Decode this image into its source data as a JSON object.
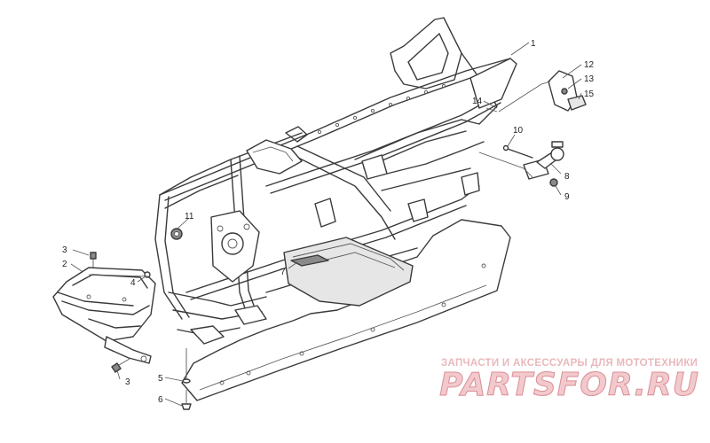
{
  "diagram": {
    "callouts": [
      "1",
      "2",
      "3",
      "3",
      "4",
      "5",
      "6",
      "7",
      "8",
      "9",
      "10",
      "11",
      "12",
      "13",
      "14",
      "15"
    ]
  },
  "watermark": {
    "tagline": "ЗАПЧАСТИ И АКСЕССУАРЫ ДЛЯ МОТОТЕХНИКИ",
    "logo_text": "PARTSFOR.RU"
  },
  "colors": {
    "line": "#3a3a3a",
    "watermark_fill": "#f2c9cc",
    "watermark_stroke": "#d98f96"
  }
}
